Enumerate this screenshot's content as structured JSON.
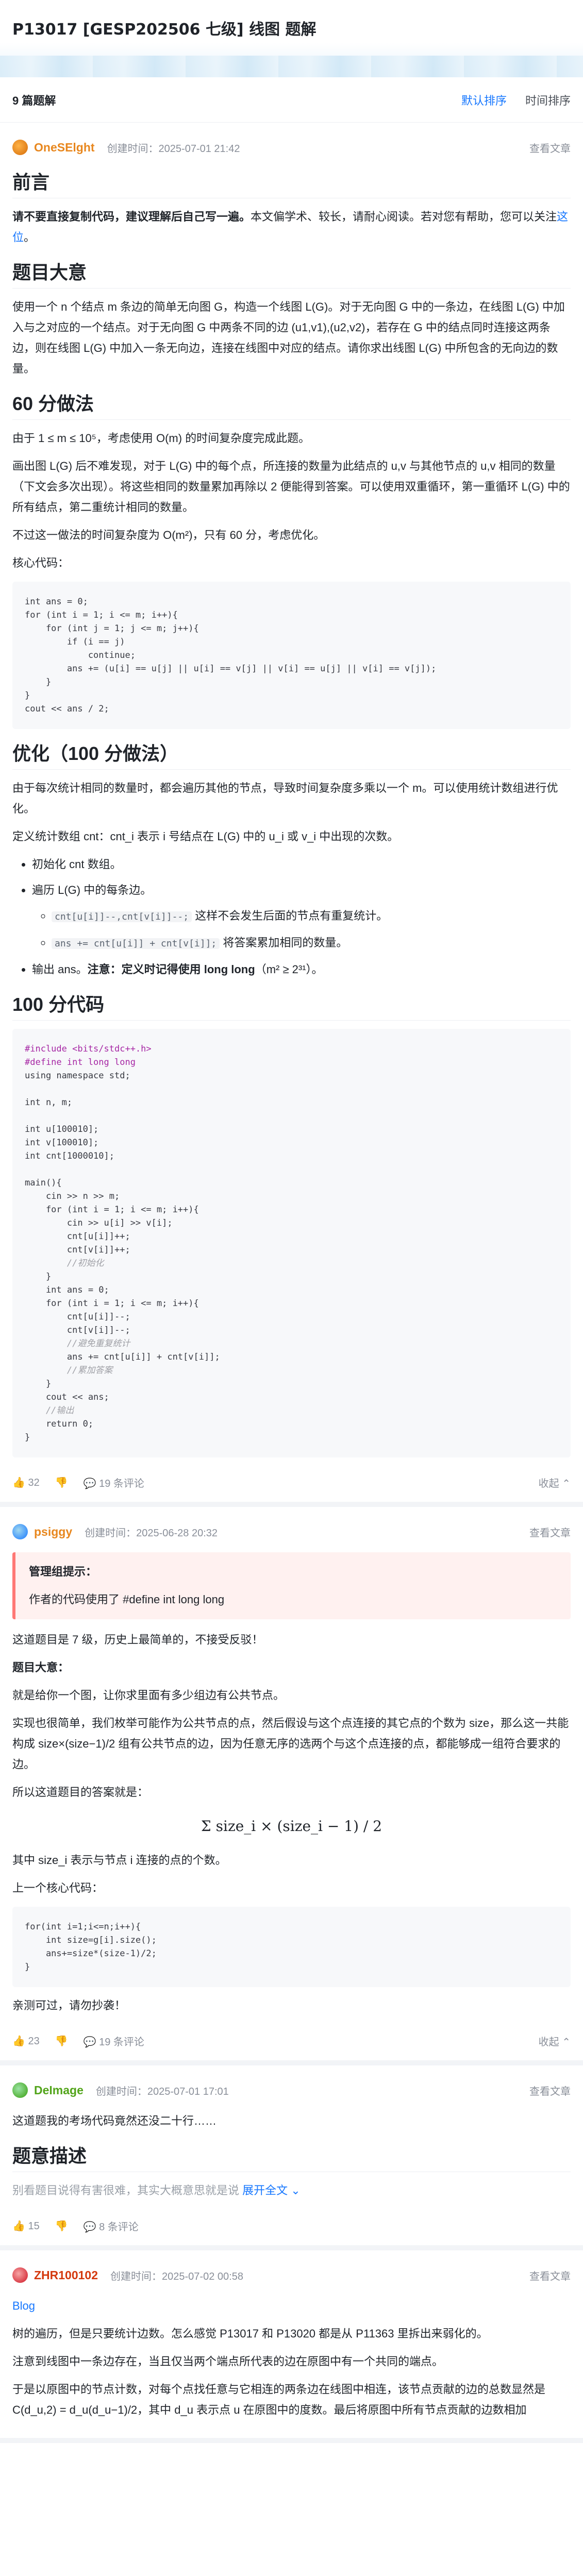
{
  "header": {
    "title": "P13017 [GESP202506 七级] 线图 题解"
  },
  "toolbar": {
    "count": "9 篇题解",
    "sort_default": "默认排序",
    "sort_time": "时间排序"
  },
  "posts": [
    {
      "author": "OneSElght",
      "time": "创建时间：2025-07-01 21:42",
      "view": "查看文章",
      "likes": "32",
      "comments": "19 条评论",
      "collapse": "收起",
      "h_intro": "前言",
      "intro_bold": "请不要直接复制代码，建议理解后自己写一遍。",
      "intro_rest": "本文偏学术、较长，请耐心阅读。若对您有帮助，您可以关注",
      "intro_link": "这位",
      "intro_end": "。",
      "h_summary": "题目大意",
      "summary": "使用一个 n 个结点 m 条边的简单无向图 G，构造一个线图 L(G)。对于无向图 G 中的一条边，在线图 L(G) 中加入与之对应的一个结点。对于无向图 G 中两条不同的边 (u1,v1),(u2,v2)，若存在 G 中的结点同时连接这两条边，则在线图 L(G) 中加入一条无向边，连接在线图中对应的结点。请你求出线图 L(G) 中所包含的无向边的数量。",
      "h_60": "60 分做法",
      "p60_1": "由于 1 ≤ m ≤ 10⁵，考虑使用 O(m) 的时间复杂度完成此题。",
      "p60_2": "画出图 L(G) 后不难发现，对于 L(G) 中的每个点，所连接的数量为此结点的 u,v 与其他节点的 u,v 相同的数量（下文会多次出现）。将这些相同的数量累加再除以 2 便能得到答案。可以使用双重循环，第一重循环 L(G) 中的所有结点，第二重统计相同的数量。",
      "p60_3": "不过这一做法的时间复杂度为 O(m²)，只有 60 分，考虑优化。",
      "p60_4": "核心代码：",
      "h_opt": "优化（100 分做法）",
      "opt_1": "由于每次统计相同的数量时，都会遍历其他的节点，导致时间复杂度多乘以一个 m。可以使用统计数组进行优化。",
      "opt_2": "定义统计数组 cnt：cnt_i 表示 i 号结点在 L(G) 中的 u_i 或 v_i 中出现的次数。",
      "li_1": "初始化 cnt 数组。",
      "li_2": "遍历 L(G) 中的每条边。",
      "sub_1a": "cnt[u[i]]--,cnt[v[i]]--;",
      "sub_1b": "这样不会发生后面的节点有重复统计。",
      "sub_2a": "ans += cnt[u[i]] + cnt[v[i]];",
      "sub_2b": "将答案累加相同的数量。",
      "li_3a": "输出 ans。",
      "li_3b": "注意：定义时记得使用 long long",
      "li_3c": "（m² ≥ 2³¹）。",
      "h_100": "100 分代码"
    },
    {
      "author": "psiggy",
      "time": "创建时间：2025-06-28 20:32",
      "view": "查看文章",
      "likes": "23",
      "comments": "19 条评论",
      "collapse": "收起",
      "notice_title": "管理组提示：",
      "notice_text": "作者的代码使用了 #define int long long",
      "p1": "这道题目是 7 级，历史上最简单的，不接受反驳！",
      "p2": "题目大意：",
      "p3": "就是给你一个图，让你求里面有多少组边有公共节点。",
      "p4": "实现也很简单，我们枚举可能作为公共节点的点，然后假设与这个点连接的其它点的个数为 size，那么这一共能构成 size×(size−1)/2 组有公共节点的边，因为任意无序的选两个与这个点连接的点，都能够成一组符合要求的边。",
      "p5": "所以这道题目的答案就是：",
      "formula": "Σ size_i × (size_i − 1) / 2",
      "p6": "其中 size_i 表示与节点 i 连接的点的个数。",
      "p7": "上一个核心代码：",
      "p8": "亲测可过，请勿抄袭！"
    },
    {
      "author": "DeImage",
      "time": "创建时间：2025-07-01 17:01",
      "view": "查看文章",
      "likes": "15",
      "comments": "8 条评论",
      "p1": "这道题我的考场代码竟然还没二十行……",
      "h1": "题意描述",
      "fade": "别看题目说得有害很难，其实大概意思就是说",
      "expand": "展开全文"
    },
    {
      "author": "ZHR100102",
      "time": "创建时间：2025-07-02 00:58",
      "view": "查看文章",
      "blog": "Blog",
      "p1": "树的遍历，但是只要统计边数。怎么感觉 P13017 和 P13020 都是从 P11363 里拆出来弱化的。",
      "p2": "注意到线图中一条边存在，当且仅当两个端点所代表的边在原图中有一个共同的端点。",
      "p3a": "于是以原图中的节点计数，",
      "p3b": "对每个点找任意与它相连的两条边在线图中相连，该节点贡献的边的总数显然是 C(d_u,2) = d_u(d_u−1)/2，其中 d_u 表示点 u 在原图中的度数。最后将原图中所有节点贡献的边数相加"
    }
  ],
  "code60": [
    "int ans = 0;",
    "for (int i = 1; i <= m; i++){",
    "    for (int j = 1; j <= m; j++){",
    "        if (i == j)",
    "            continue;",
    "        ans += (u[i] == u[j] || u[i] == v[j] || v[i] == u[j] || v[i] == v[j]);",
    "    }",
    "}",
    "cout << ans / 2;"
  ],
  "code100": [
    "#include <bits/stdc++.h>",
    "#define int long long",
    "using namespace std;",
    "",
    "int n, m;",
    "",
    "int u[100010];",
    "int v[100010];",
    "int cnt[1000010];",
    "",
    "main(){",
    "    cin >> n >> m;",
    "    for (int i = 1; i <= m; i++){",
    "        cin >> u[i] >> v[i];",
    "        cnt[u[i]]++;",
    "        cnt[v[i]]++;",
    "        //初始化",
    "    }",
    "    int ans = 0;",
    "    for (int i = 1; i <= m; i++){",
    "        cnt[u[i]]--;",
    "        cnt[v[i]]--;",
    "        //避免重复统计",
    "        ans += cnt[u[i]] + cnt[v[i]];",
    "        //累加答案",
    "    }",
    "    cout << ans;",
    "    //输出",
    "    return 0;",
    "}"
  ],
  "code2": [
    "for(int i=1;i<=n;i++){",
    "    int size=g[i].size();",
    "    ans+=size*(size-1)/2;",
    "}"
  ],
  "icons": {
    "like": "thumb-up-icon",
    "dislike": "thumb-down-icon",
    "comment": "comment-icon",
    "collapse": "chevron-up-icon",
    "expand": "chevron-down-icon"
  }
}
